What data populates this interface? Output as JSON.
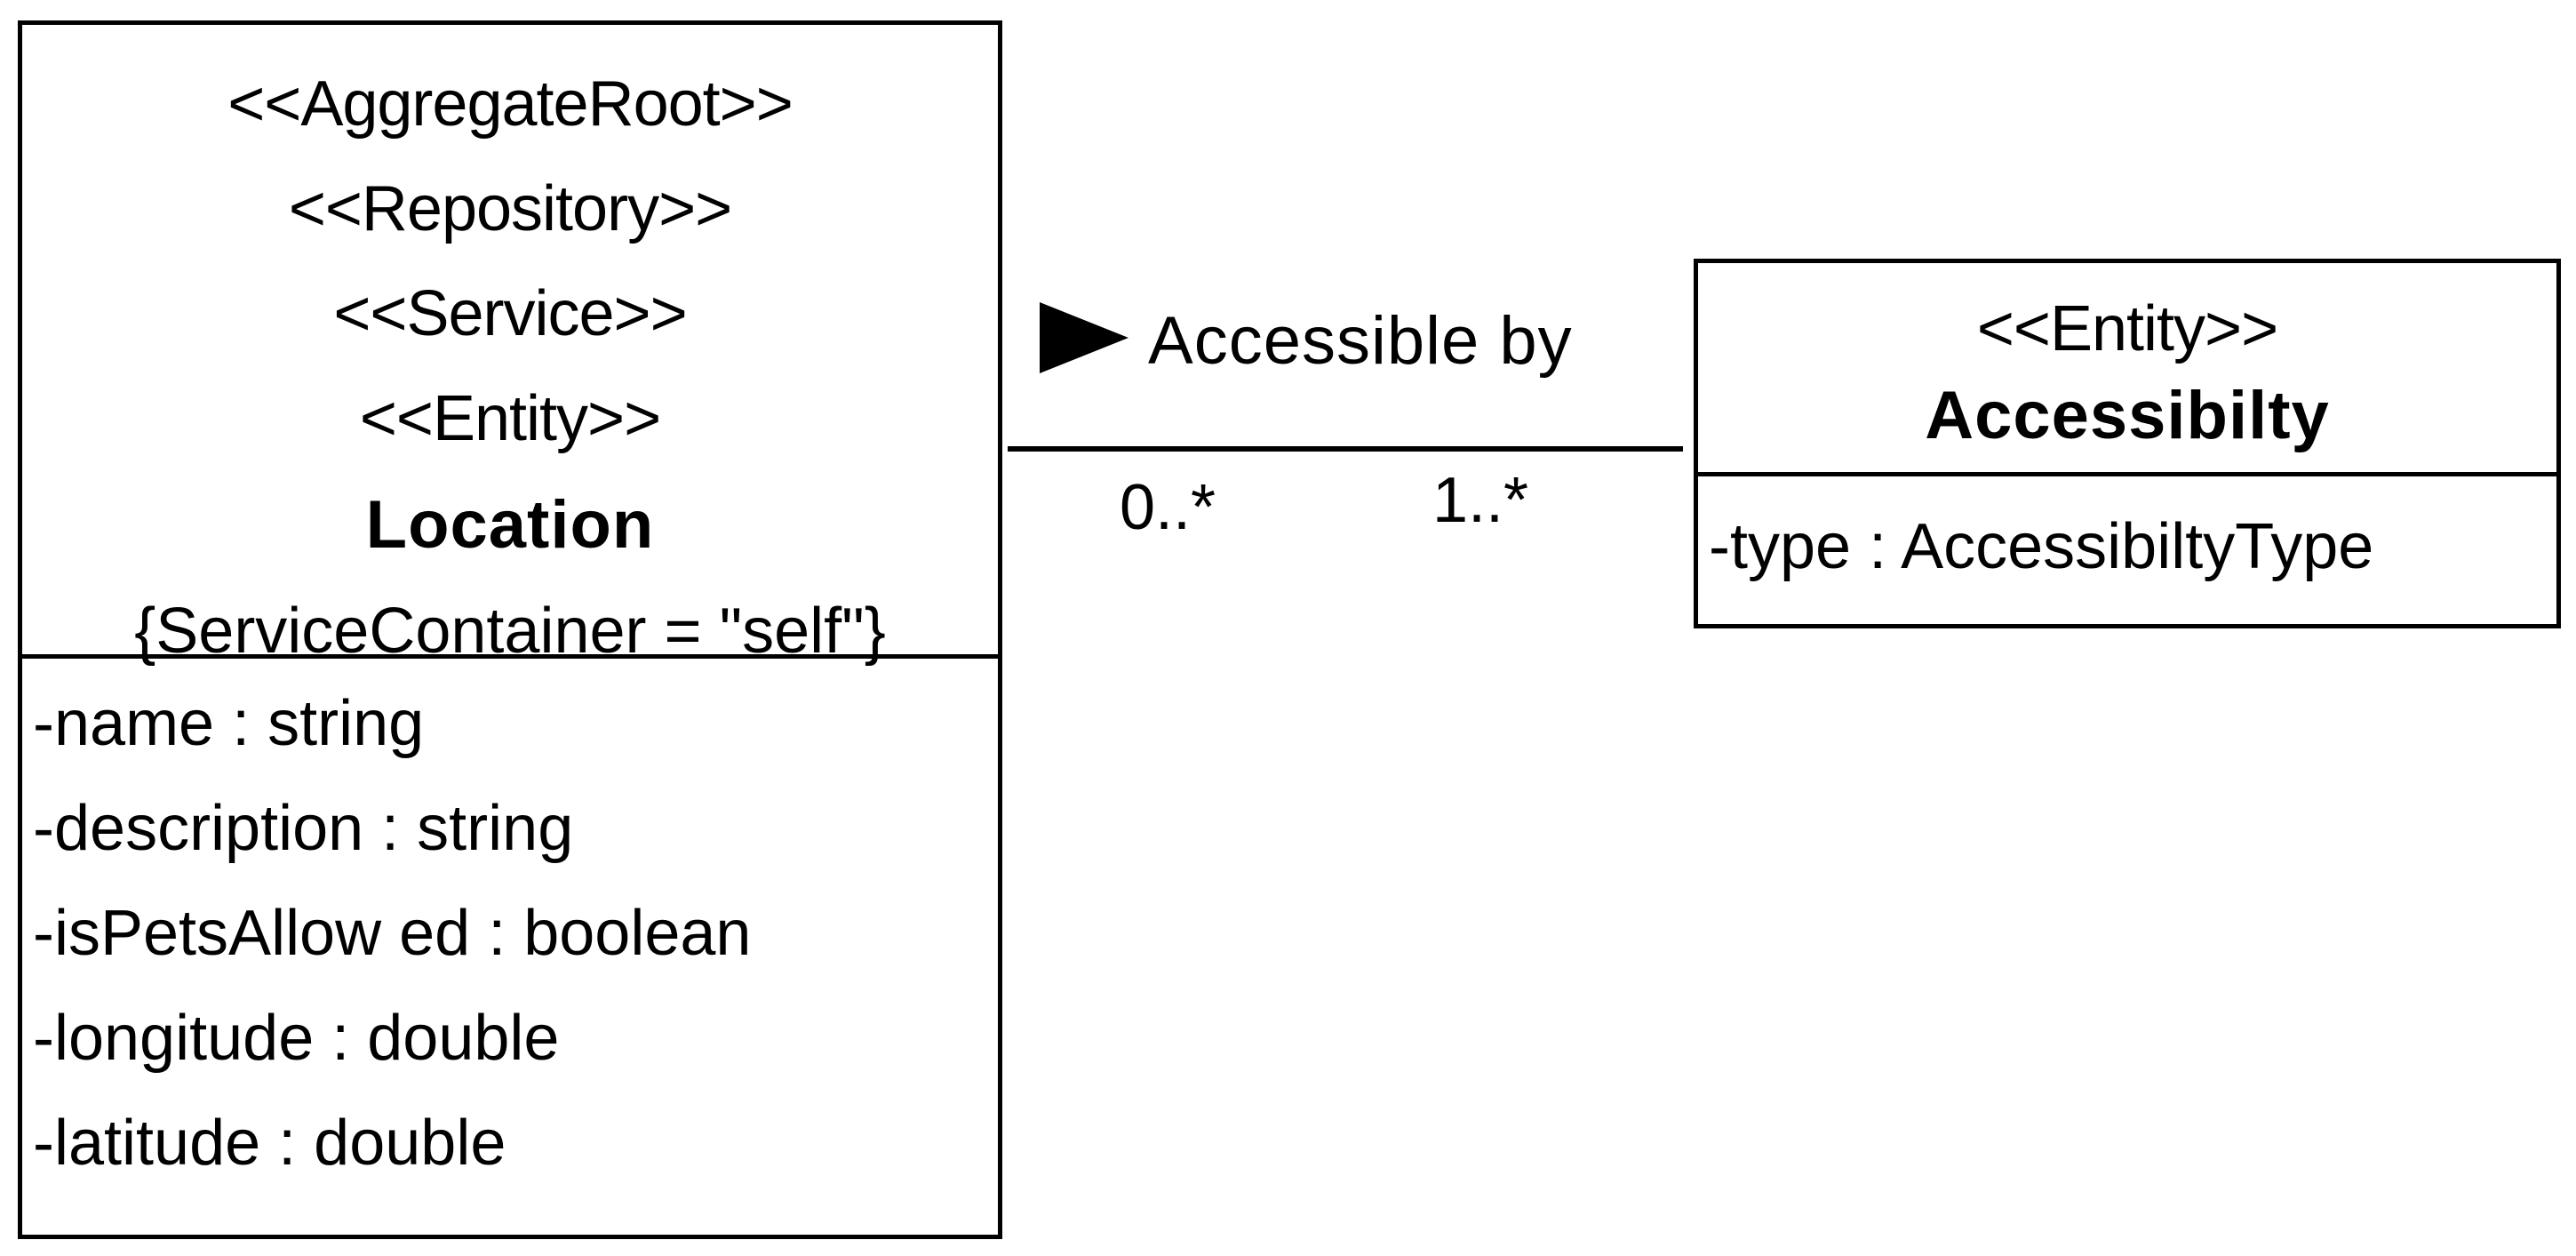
{
  "location": {
    "stereotypes": [
      "<<AggregateRoot>>",
      "<<Repository>>",
      "<<Service>>",
      "<<Entity>>"
    ],
    "name": "Location",
    "constraint": "{ServiceContainer = \"self\"}",
    "attributes": [
      "-name : string",
      "-description : string",
      "-isPetsAllow ed : boolean",
      "-longitude : double",
      "-latitude : double"
    ]
  },
  "accessibility": {
    "stereotype": "<<Entity>>",
    "name": "Accessibilty",
    "attributes": [
      "-type : AccessibiltyType"
    ]
  },
  "association": {
    "name": "Accessible by",
    "direction_icon": "triangle-right-icon",
    "source_multiplicity": "0..*",
    "target_multiplicity": "1..*"
  }
}
